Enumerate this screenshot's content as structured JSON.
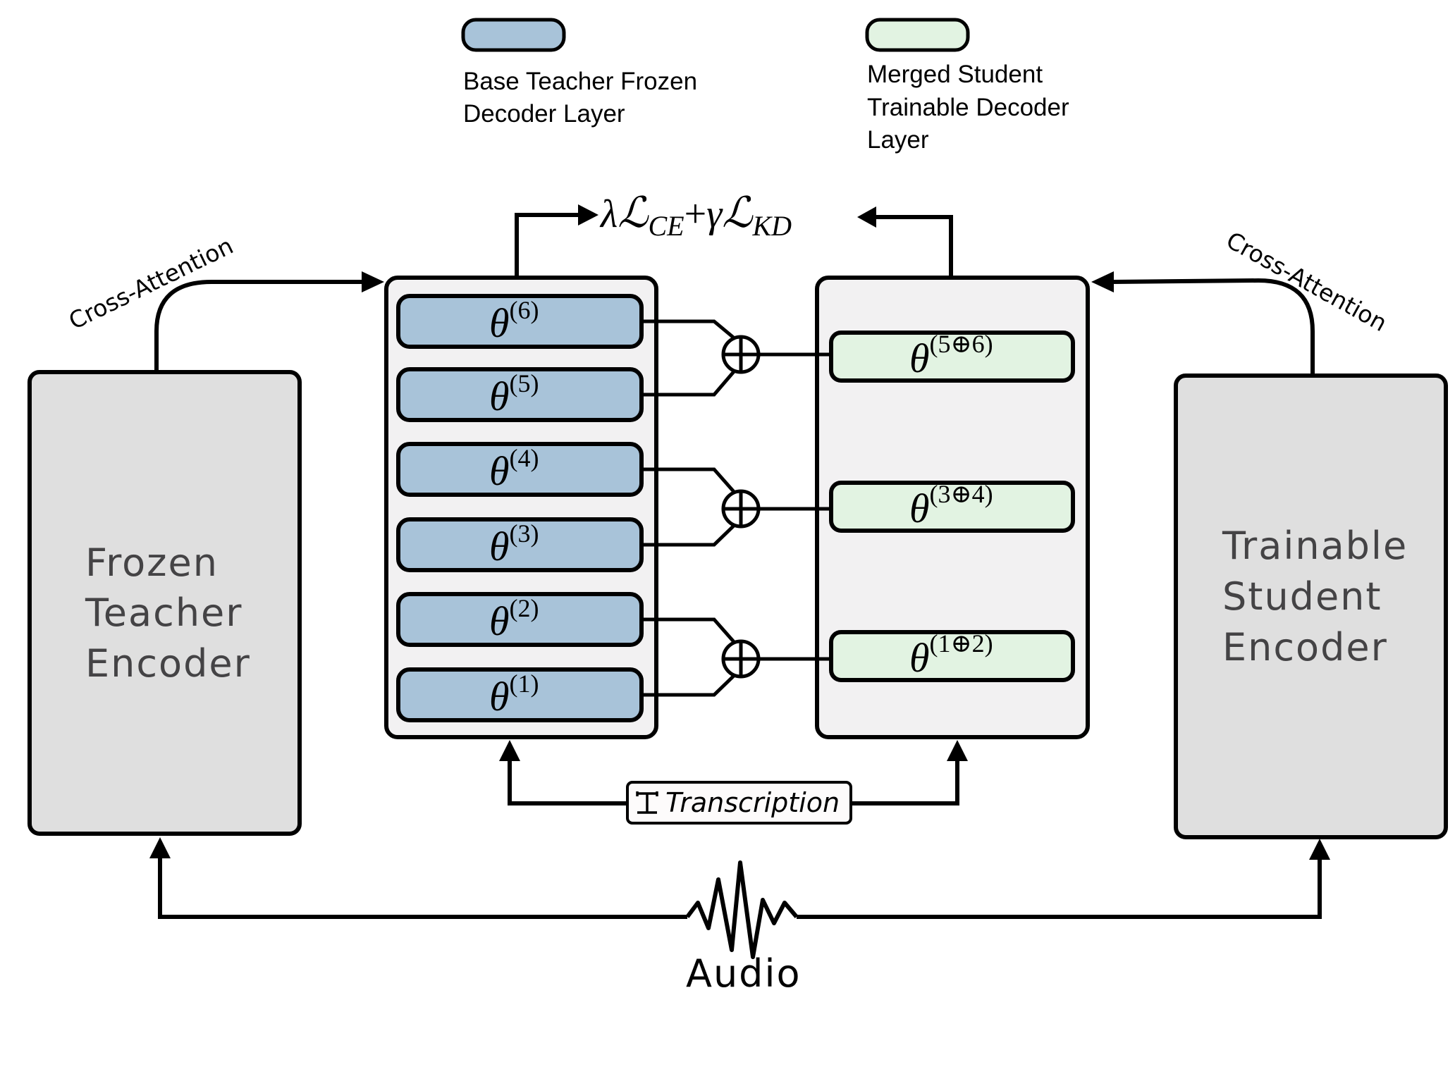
{
  "legend": {
    "items": [
      {
        "key": "teacher",
        "lines": [
          "Base Teacher Frozen",
          "Decoder Layer"
        ],
        "color": "#a8c3d9"
      },
      {
        "key": "student",
        "lines": [
          "Merged Student",
          "Trainable Decoder",
          "Layer"
        ],
        "color": "#e2f3e2"
      }
    ]
  },
  "colors": {
    "teacher_layer": "#a8c3d9",
    "student_layer": "#e2f3e2",
    "decoder_block_bg": "#f2f1f2",
    "encoder_bg": "#dfdfdf",
    "encoder_text": "#444345",
    "stroke": "#000000"
  },
  "loss": {
    "lambda": "λ",
    "L1": "ℒ",
    "sub1": "CE",
    "plus": "+",
    "gamma": "γ",
    "L2": "ℒ",
    "sub2": "KD"
  },
  "teacher_encoder": {
    "lines": [
      "Frozen",
      "Teacher",
      "Encoder"
    ]
  },
  "student_encoder": {
    "lines": [
      "Trainable",
      "Student",
      "Encoder"
    ]
  },
  "cross_attention_left": "Cross-Attention",
  "cross_attention_right": "Cross-Attention",
  "teacher_decoder": {
    "layers": [
      {
        "symbol": "θ",
        "sup": "(6)"
      },
      {
        "symbol": "θ",
        "sup": "(5)"
      },
      {
        "symbol": "θ",
        "sup": "(4)"
      },
      {
        "symbol": "θ",
        "sup": "(3)"
      },
      {
        "symbol": "θ",
        "sup": "(2)"
      },
      {
        "symbol": "θ",
        "sup": "(1)"
      }
    ]
  },
  "merge_operator": "⊕",
  "student_decoder": {
    "layers": [
      {
        "symbol": "θ",
        "sup": "(5⊕6)"
      },
      {
        "symbol": "θ",
        "sup": "(3⊕4)"
      },
      {
        "symbol": "θ",
        "sup": "(1⊕2)"
      }
    ]
  },
  "transcription": {
    "label": "Transcription",
    "icon": "text-cursor-icon"
  },
  "audio": {
    "label": "Audio",
    "icon": "waveform-icon"
  }
}
